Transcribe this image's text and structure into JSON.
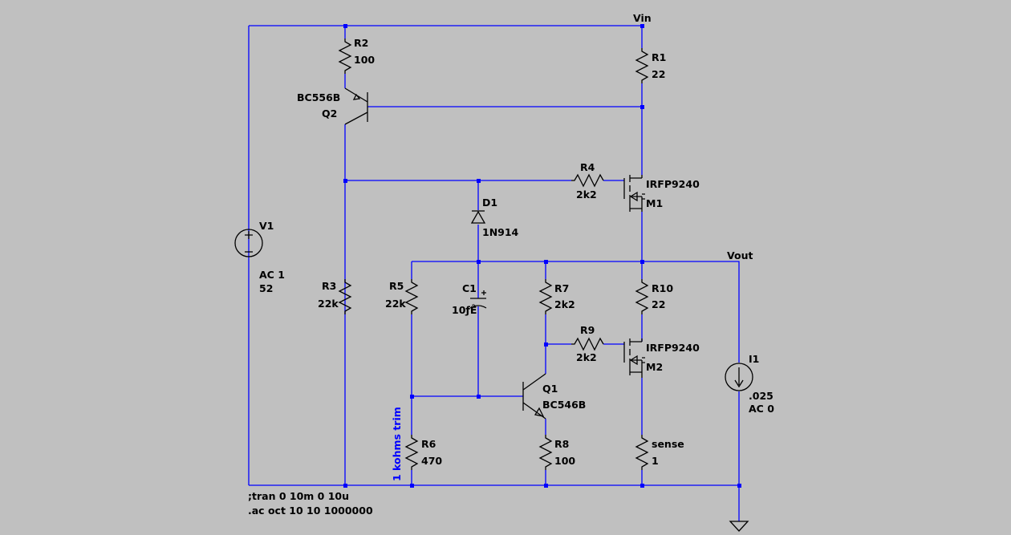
{
  "nets": {
    "vin": "Vin",
    "vout": "Vout"
  },
  "components": {
    "r1": {
      "name": "R1",
      "value": "22"
    },
    "r2": {
      "name": "R2",
      "value": "100"
    },
    "r3": {
      "name": "R3",
      "value": "22k"
    },
    "r4": {
      "name": "R4",
      "value": "2k2"
    },
    "r5": {
      "name": "R5",
      "value": "22k"
    },
    "r6": {
      "name": "R6",
      "value": "470",
      "note": "1 kohms trim"
    },
    "r7": {
      "name": "R7",
      "value": "2k2"
    },
    "r8": {
      "name": "R8",
      "value": "100"
    },
    "r9": {
      "name": "R9",
      "value": "2k2"
    },
    "r10": {
      "name": "R10",
      "value": "22"
    },
    "sense": {
      "name": "sense",
      "value": "1"
    },
    "q1": {
      "name": "Q1",
      "model": "BC546B"
    },
    "q2": {
      "name": "Q2",
      "model": "BC556B"
    },
    "m1": {
      "name": "M1",
      "model": "IRFP9240"
    },
    "m2": {
      "name": "M2",
      "model": "IRFP9240"
    },
    "d1": {
      "name": "D1",
      "model": "1N914"
    },
    "c1": {
      "name": "C1",
      "value": "10ƒÊ"
    },
    "v1": {
      "name": "V1",
      "ac": "AC 1",
      "value": "52"
    },
    "i1": {
      "name": "I1",
      "value": ".025",
      "ac": "AC 0"
    }
  },
  "directives": {
    "tran": ";tran 0 10m 0 10u",
    "ac": ".ac oct 10 10 1000000"
  }
}
